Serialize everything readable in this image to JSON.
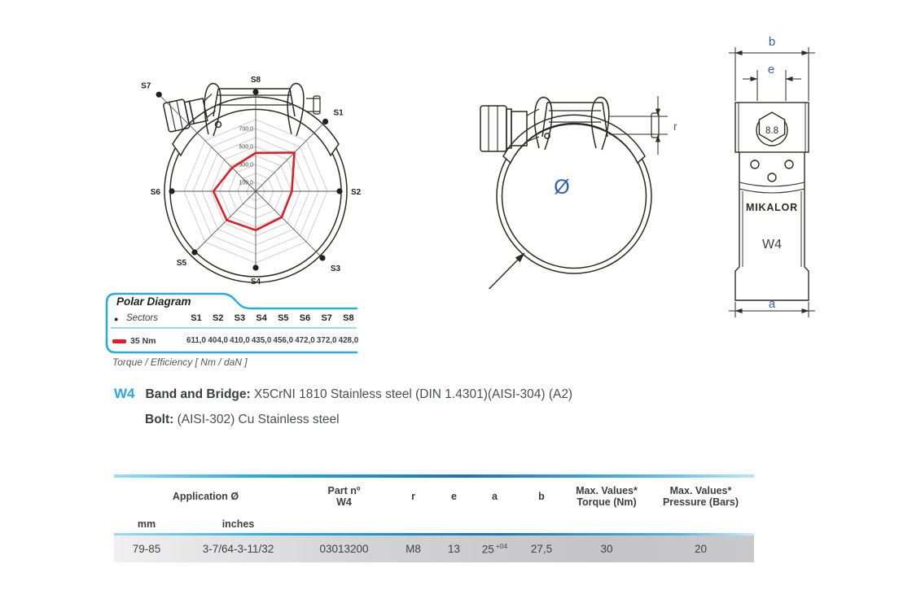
{
  "colors": {
    "accent_blue": "#29A9E0",
    "deep_blue": "#1B75BB",
    "red": "#E31B23",
    "dimension_blue": "#2D5FB3",
    "ink": "#414042"
  },
  "polar_diagram": {
    "title": "Polar Diagram",
    "sectors_label": "Sectors",
    "series_label": "35 Nm",
    "sectors": [
      "S1",
      "S2",
      "S3",
      "S4",
      "S5",
      "S6",
      "S7",
      "S8"
    ],
    "values": [
      "611,0",
      "404,0",
      "410,0",
      "435,0",
      "456,0",
      "472,0",
      "372,0",
      "428,0"
    ],
    "axis_ticks": [
      "100,0",
      "300,0",
      "500,0",
      "700,0"
    ],
    "caption": "Torque / Efficiency [ Nm / daN ]"
  },
  "chart_data": {
    "type": "radar",
    "categories": [
      "S1",
      "S2",
      "S3",
      "S4",
      "S5",
      "S6",
      "S7",
      "S8"
    ],
    "series": [
      {
        "name": "35 Nm",
        "values": [
          611,
          404,
          410,
          435,
          456,
          472,
          372,
          428
        ]
      }
    ],
    "radial_ticks": [
      100,
      300,
      500,
      700
    ],
    "rlim": [
      0,
      800
    ],
    "title": "Polar Diagram",
    "caption": "Torque / Efficiency [ Nm / daN ]"
  },
  "drawings": {
    "middle": {
      "diameter_symbol": "Ø",
      "r_label": "r"
    },
    "right": {
      "b_label": "b",
      "e_label": "e",
      "a_label": "a",
      "bolt_grade": "8.8",
      "brand": "MIKALOR",
      "model": "W4"
    }
  },
  "materials": {
    "model": "W4",
    "band_label": "Band and Bridge:",
    "band_value": "X5CrNI 1810 Stainless steel (DIN 1.4301)(AISI-304) (A2)",
    "bolt_label": "Bolt:",
    "bolt_value": "(AISI-302) Cu Stainless steel"
  },
  "spec_table": {
    "headers": {
      "application": "Application Ø",
      "mm": "mm",
      "inches": "inches",
      "part_line1": "Part nº",
      "part_line2": "W4",
      "r": "r",
      "e": "e",
      "a": "a",
      "b": "b",
      "torque_line1": "Max. Values*",
      "torque_line2": "Torque (Nm)",
      "pressure_line1": "Max. Values*",
      "pressure_line2": "Pressure (Bars)"
    },
    "row": {
      "mm": "79-85",
      "inches": "3-7/64-3-11/32",
      "part": "03013200",
      "r": "M8",
      "e": "13",
      "a": "25",
      "a_sup": "+04",
      "b": "27,5",
      "torque": "30",
      "pressure": "20"
    }
  }
}
